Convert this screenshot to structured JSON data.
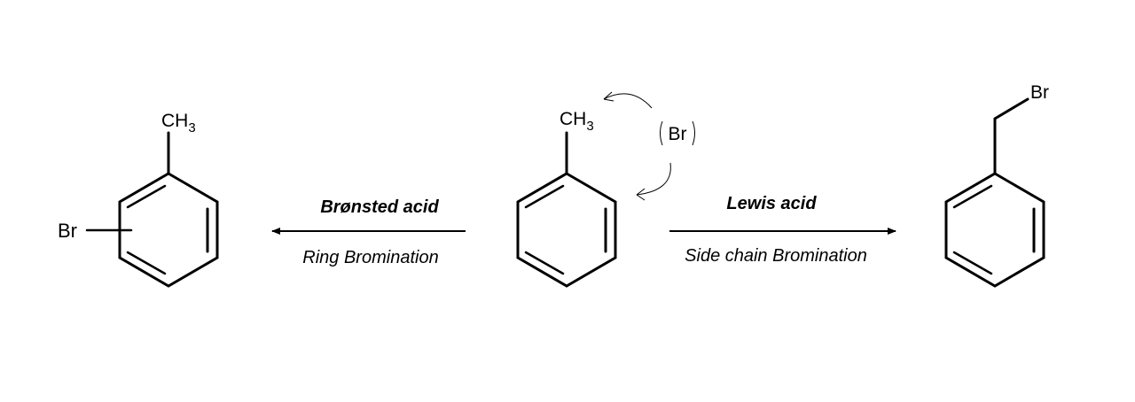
{
  "reactant": {
    "substituent": "CH",
    "substituent_sub": "3",
    "reagent": "Br"
  },
  "left_product": {
    "substituent": "CH",
    "substituent_sub": "3",
    "halogen": "Br"
  },
  "right_product": {
    "halogen": "Br"
  },
  "left_arrow": {
    "condition": "Brønsted acid",
    "description": "Ring Bromination"
  },
  "right_arrow": {
    "condition": "Lewis acid",
    "description": "Side chain Bromination"
  }
}
